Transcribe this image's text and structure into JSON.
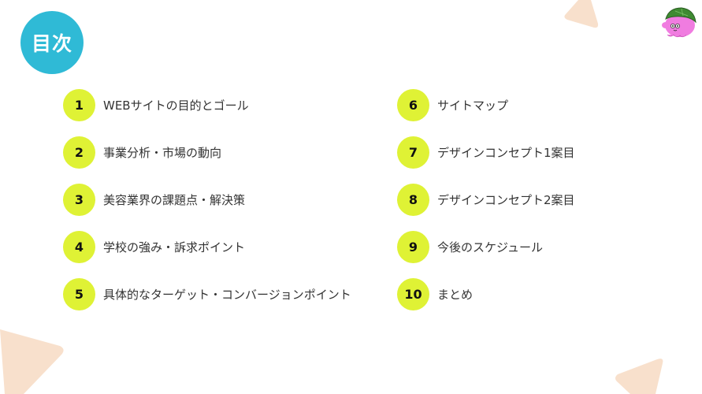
{
  "header": {
    "title": "目次",
    "title_color": "#2fbad6"
  },
  "theme": {
    "number_circle_color": "#dff235",
    "decoration_color": "#f8e0cc",
    "text_color": "#333333"
  },
  "toc": {
    "left_column": [
      {
        "number": "1",
        "label": "WEBサイトの目的とゴール"
      },
      {
        "number": "2",
        "label": "事業分析・市場の動向"
      },
      {
        "number": "3",
        "label": "美容業界の課題点・解決策"
      },
      {
        "number": "4",
        "label": "学校の強み・訴求ポイント"
      },
      {
        "number": "5",
        "label": "具体的なターゲット・コンバージョンポイント"
      }
    ],
    "right_column": [
      {
        "number": "6",
        "label": "サイトマップ"
      },
      {
        "number": "7",
        "label": "デザインコンセプト1案目"
      },
      {
        "number": "8",
        "label": "デザインコンセプト2案目"
      },
      {
        "number": "9",
        "label": "今後のスケジュール"
      },
      {
        "number": "10",
        "label": "まとめ"
      }
    ]
  },
  "decorations": {
    "mascot": "pink-octopus-mascot-icon"
  }
}
